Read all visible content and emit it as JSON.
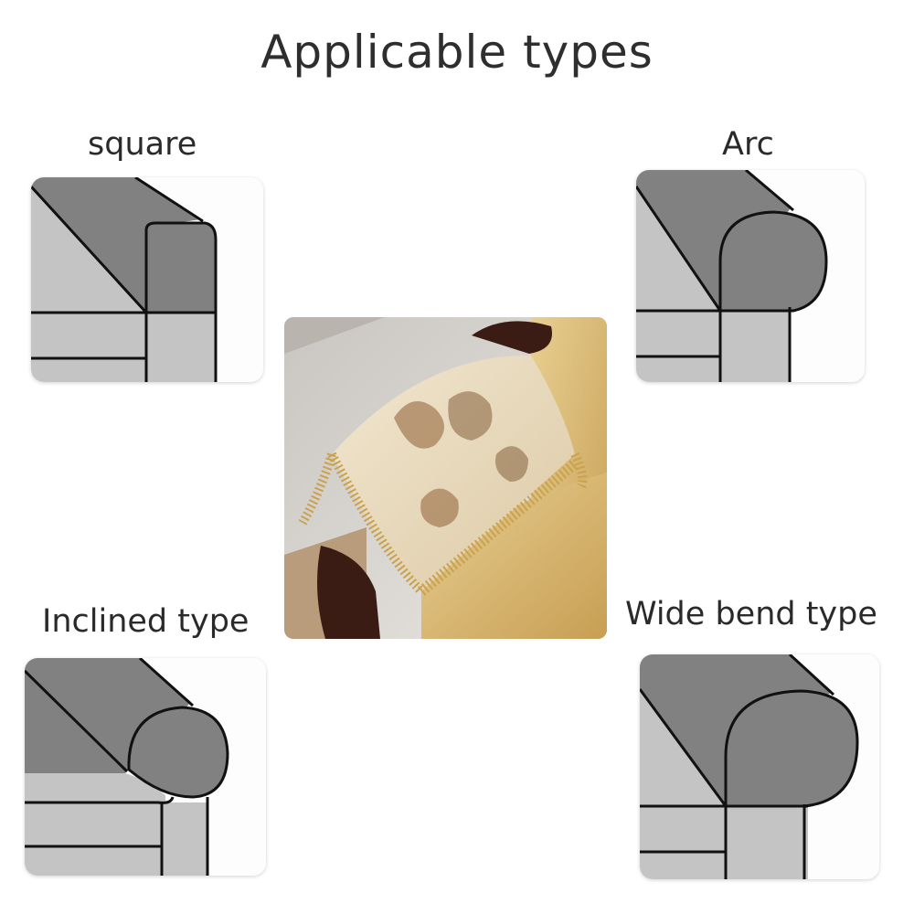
{
  "heading": "Applicable types",
  "types": {
    "square": {
      "label": "square",
      "icon": "square-armrest-icon"
    },
    "arc": {
      "label": "Arc",
      "icon": "arc-armrest-icon"
    },
    "inclined": {
      "label": "Inclined type",
      "icon": "inclined-armrest-icon"
    },
    "wide_bend": {
      "label": "Wide bend type",
      "icon": "wide-bend-armrest-icon"
    }
  },
  "colors": {
    "cover_dark": "#818181",
    "cover_light": "#c4c4c4",
    "outline": "#111111",
    "panel_bg": "#fdfdfd",
    "fabric": "#e8dcc2",
    "fringe": "#c9a250",
    "leather": "#d8b872",
    "wood": "#3a1c14"
  }
}
